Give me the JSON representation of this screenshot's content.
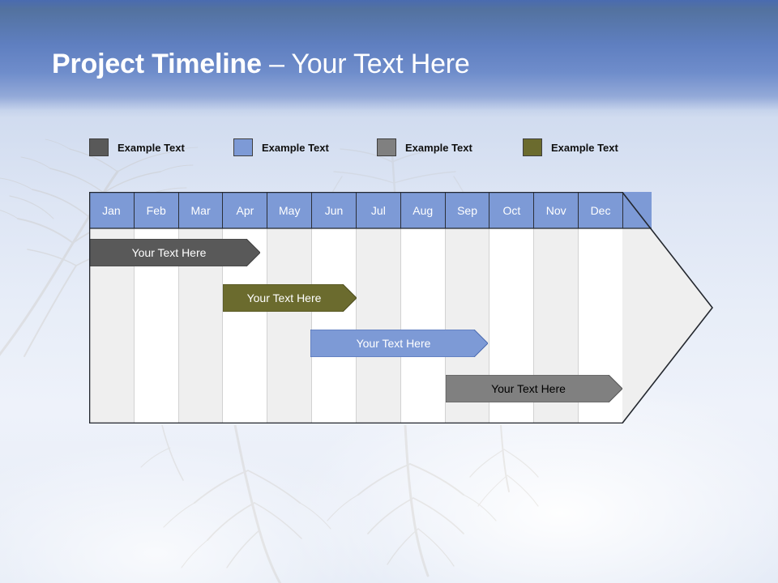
{
  "slide": {
    "title_strong": "Project Timeline",
    "title_rest": " – Your Text Here",
    "background": "sky-with-trees-photo",
    "band_color": "#5f7fc0"
  },
  "legend": {
    "items": [
      {
        "label": "Example Text",
        "color": "#595959",
        "swatch_name": "legend-swatch-dark-gray",
        "x": 0
      },
      {
        "label": "Example Text",
        "color": "#7d9ad6",
        "swatch_name": "legend-swatch-blue",
        "x": 178
      },
      {
        "label": "Example Text",
        "color": "#808080",
        "swatch_name": "legend-swatch-gray",
        "x": 355
      },
      {
        "label": "Example Text",
        "color": "#6b6b2e",
        "swatch_name": "legend-swatch-olive",
        "x": 535
      }
    ]
  },
  "chart_data": {
    "type": "bar",
    "title": "Project Timeline",
    "orientation": "horizontal-gantt",
    "categories": [
      "Jan",
      "Feb",
      "Mar",
      "Apr",
      "May",
      "Jun",
      "Jul",
      "Aug",
      "Sep",
      "Oct",
      "Nov",
      "Dec"
    ],
    "xlabel": "",
    "ylabel": "",
    "grid": true,
    "legend_position": "top",
    "header_color": "#7d9ad6",
    "row_band_colors": [
      "#efefef",
      "#ffffff"
    ],
    "arrow_body_color": "#efefef",
    "series": [
      {
        "name": "Your  Text Here",
        "label": "Your  Text Here",
        "color": "#595959",
        "text_color": "#ffffff",
        "start_month": 0.0,
        "end_month": 3.85,
        "row": 0
      },
      {
        "name": "Your  Text Here",
        "label": "Your  Text Here",
        "color": "#6b6b2e",
        "text_color": "#ffffff",
        "start_month": 3.0,
        "end_month": 6.0,
        "row": 1
      },
      {
        "name": "Your  Text Here",
        "label": "Your  Text Here",
        "color": "#7d9ad6",
        "text_color": "#ffffff",
        "start_month": 4.98,
        "end_month": 8.96,
        "row": 2
      },
      {
        "name": "Your  Text Here",
        "label": "Your  Text Here",
        "color": "#808080",
        "text_color": "#000000",
        "start_month": 8.02,
        "end_month": 12.0,
        "row": 3
      }
    ]
  }
}
